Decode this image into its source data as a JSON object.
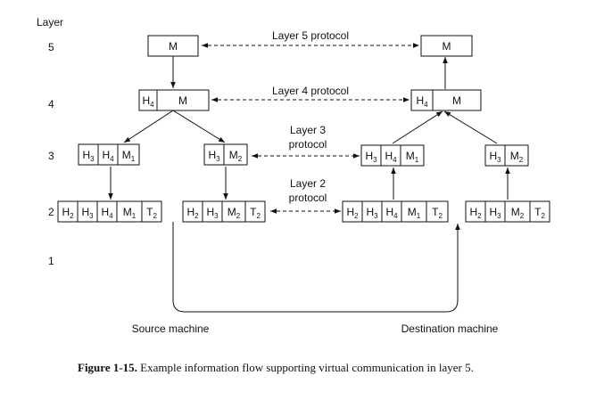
{
  "layer_axis": {
    "title": "Layer",
    "levels": [
      "5",
      "4",
      "3",
      "2",
      "1"
    ]
  },
  "protocols": {
    "layer5": "Layer 5 protocol",
    "layer4": "Layer 4 protocol",
    "layer3_line1": "Layer 3",
    "layer3_line2": "protocol",
    "layer2_line1": "Layer 2",
    "layer2_line2": "protocol"
  },
  "machines": {
    "source": "Source machine",
    "destination": "Destination machine"
  },
  "stacks": {
    "src_l5": [
      {
        "t": "M",
        "s": ""
      }
    ],
    "src_l4": [
      {
        "t": "H",
        "s": "4"
      },
      {
        "t": "M",
        "s": ""
      }
    ],
    "src_l3a": [
      {
        "t": "H",
        "s": "3"
      },
      {
        "t": "H",
        "s": "4"
      },
      {
        "t": "M",
        "s": "1"
      }
    ],
    "src_l3b": [
      {
        "t": "H",
        "s": "3"
      },
      {
        "t": "M",
        "s": "2"
      }
    ],
    "src_l2a": [
      {
        "t": "H",
        "s": "2"
      },
      {
        "t": "H",
        "s": "3"
      },
      {
        "t": "H",
        "s": "4"
      },
      {
        "t": "M",
        "s": "1"
      },
      {
        "t": "T",
        "s": "2"
      }
    ],
    "src_l2b": [
      {
        "t": "H",
        "s": "2"
      },
      {
        "t": "H",
        "s": "3"
      },
      {
        "t": "M",
        "s": "2"
      },
      {
        "t": "T",
        "s": "2"
      }
    ],
    "dst_l5": [
      {
        "t": "M",
        "s": ""
      }
    ],
    "dst_l4": [
      {
        "t": "H",
        "s": "4"
      },
      {
        "t": "M",
        "s": ""
      }
    ],
    "dst_l3a": [
      {
        "t": "H",
        "s": "3"
      },
      {
        "t": "H",
        "s": "4"
      },
      {
        "t": "M",
        "s": "1"
      }
    ],
    "dst_l3b": [
      {
        "t": "H",
        "s": "3"
      },
      {
        "t": "M",
        "s": "2"
      }
    ],
    "dst_l2a": [
      {
        "t": "H",
        "s": "2"
      },
      {
        "t": "H",
        "s": "3"
      },
      {
        "t": "H",
        "s": "4"
      },
      {
        "t": "M",
        "s": "1"
      },
      {
        "t": "T",
        "s": "2"
      }
    ],
    "dst_l2b": [
      {
        "t": "H",
        "s": "2"
      },
      {
        "t": "H",
        "s": "3"
      },
      {
        "t": "M",
        "s": "2"
      },
      {
        "t": "T",
        "s": "2"
      }
    ]
  },
  "caption": {
    "label": "Figure 1-15.",
    "text": " Example information flow supporting virtual communication in layer 5."
  }
}
